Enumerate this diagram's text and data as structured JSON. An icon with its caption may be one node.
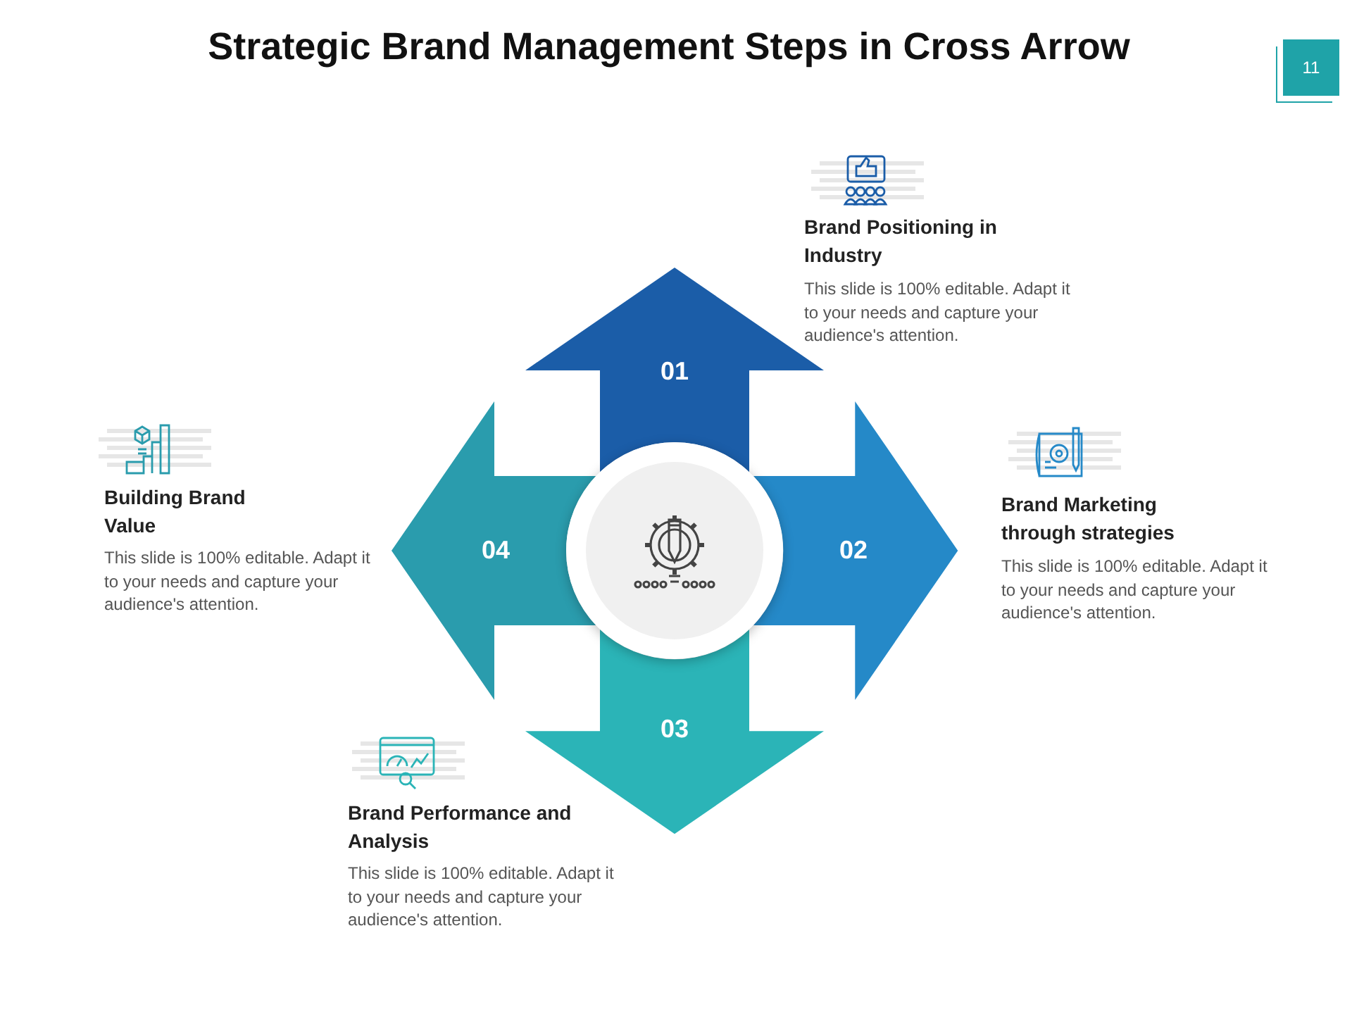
{
  "diagram": {
    "title": "Strategic Brand Management Steps in Cross Arrow",
    "nodes": [
      {
        "text": [
          "11"
        ]
      },
      {
        "text": [
          "01"
        ],
        "beside": [
          "Brand Positioning in Industry",
          "This slide is 100% editable. Adapt it to your needs and capture your audience's attention."
        ]
      },
      {
        "text": [
          "02"
        ],
        "beside": [
          "Brand Marketing through strategies",
          "This slide is 100% editable. Adapt it to your needs and capture your audience's attention."
        ]
      },
      {
        "text": [
          "03"
        ],
        "beside": [
          "Brand Performance and Analysis",
          "This slide is 100% editable. Adapt it to your needs and capture your audience's attention."
        ]
      },
      {
        "text": [
          "04"
        ],
        "beside": [
          "Building Brand Value",
          "This slide is 100% editable. Adapt it to your needs and capture your audience's attention."
        ]
      },
      {
        "text": [],
        "shape": "circle"
      }
    ]
  }
}
